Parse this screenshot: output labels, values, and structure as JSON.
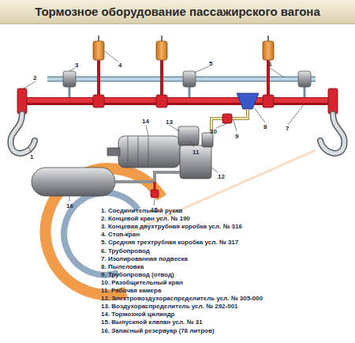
{
  "diagram": {
    "title": "Тормозное оборудование пассажирского вагона",
    "labels": [
      "1",
      "2",
      "3",
      "4",
      "5",
      "6",
      "7",
      "8",
      "9",
      "10",
      "11",
      "12",
      "13",
      "14",
      "15",
      "16",
      "1. Соединительный рукав",
      "2. Концевой кран усл. № 190",
      "3. Концевая двухтрубная коробка усл. № 316",
      "4. Стоп-кран",
      "5. Средняя трехтрубная коробка усл. № 317",
      "6. Трубопровод",
      "7. Изолированная подвеска",
      "8. Пылеловка",
      "9. Трубопровод (отвод)",
      "10. Разобщительный кран",
      "11. Рабочая камера",
      "12. Электровоздухораспределитель усл. № 305-000",
      "13. Воздухораспределитель усл. № 292-001",
      "14. Тормозной цилиндр",
      "15. Выпускной клапан усл. № 31",
      "16. Запасный резервуар (78 литров)"
    ]
  }
}
